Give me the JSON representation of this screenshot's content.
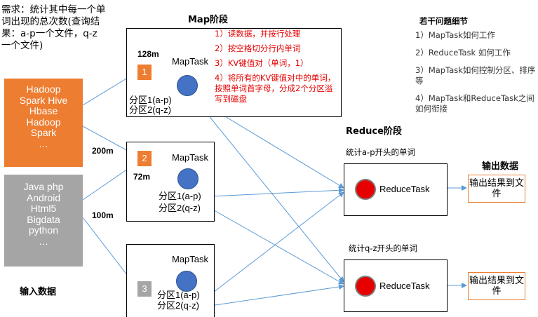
{
  "requirement": "需求：统计其中每一个单词出现的总次数(查询结果：a-p一个文件，q-z一个文件)",
  "input": {
    "orange_lines": [
      "Hadoop",
      "Spark Hive",
      "Hbase",
      "Hadoop",
      "Spark",
      "…"
    ],
    "gray_lines": [
      "Java php",
      "Android",
      "Html5",
      "Bigdata",
      "python",
      "…"
    ],
    "label": "输入数据"
  },
  "map": {
    "title": "Map阶段",
    "tasks": [
      {
        "num": "1",
        "size": "128m",
        "label": "MapTask",
        "part1": "分区1(a-p)",
        "part2": "分区2(q-z)"
      },
      {
        "num": "2",
        "size": "72m",
        "label": "MapTask",
        "part1": "分区1(a-p)",
        "part2": "分区2(q-z)"
      },
      {
        "num": "3",
        "label": "MapTask",
        "part1": "分区1(a-p)",
        "part2": "分区2(q-z)"
      }
    ],
    "steps": [
      "1）读数据，并按行处理",
      "2）按空格切分行内单词",
      "3）KV键值对（单词，1）",
      "4）将所有的KV键值对中的单词，按照单词首字母，分成2个分区溢写到磁盘"
    ]
  },
  "split_sizes": {
    "first": "200m",
    "second": "100m"
  },
  "details": {
    "title": "若干问题细节",
    "items": [
      "1）MapTask如何工作",
      "2）ReduceTask 如何工作",
      "3）MapTask如何控制分区、排序等",
      "4）MapTask和ReduceTask之间如何衔接"
    ]
  },
  "reduce": {
    "title": "Reduce阶段",
    "tasks": [
      {
        "caption": "统计a-p开头的单词",
        "label": "ReduceTask"
      },
      {
        "caption": "统计q-z开头的单词",
        "label": "ReduceTask"
      }
    ]
  },
  "output": {
    "title": "输出数据",
    "boxes": [
      "输出结果到文件",
      "输出结果到文件"
    ]
  },
  "colors": {
    "orange": "#ED7D31",
    "gray": "#A5A5A5",
    "blue": "#4472C4",
    "red": "#E60000",
    "arrow": "#5B9BD5"
  }
}
